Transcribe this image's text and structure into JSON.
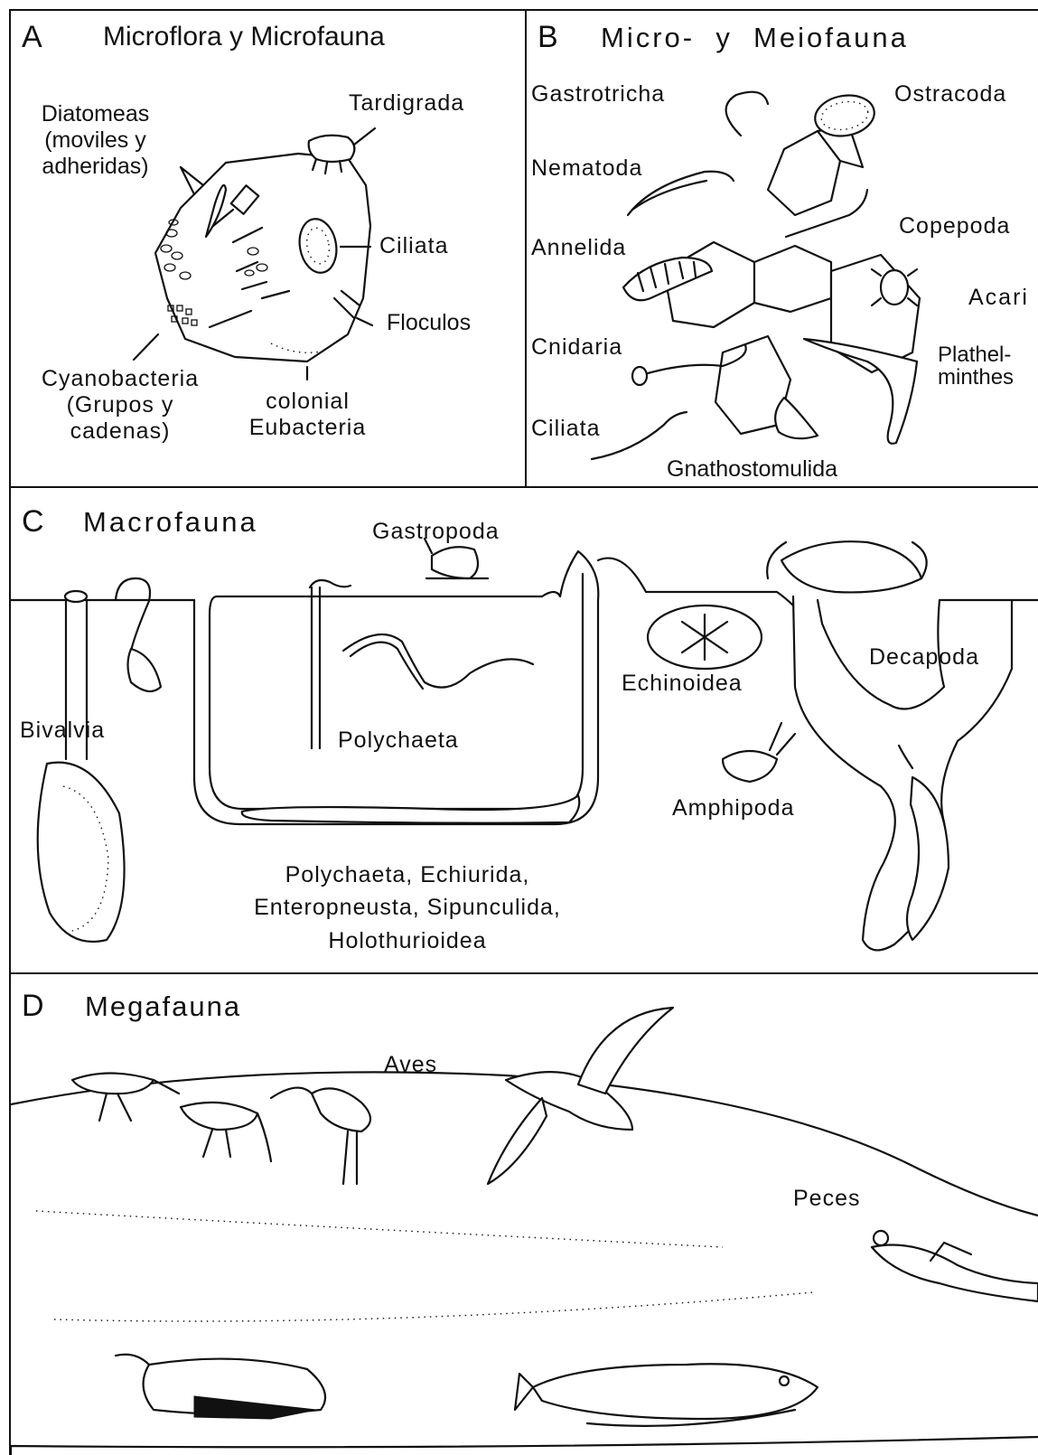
{
  "panels": {
    "a": {
      "letter": "A",
      "title": "Microflora y Microfauna",
      "labels": {
        "diatomeas": "Diatomeas\n(moviles y\nadheridas)",
        "tardigrada": "Tardigrada",
        "ciliata": "Ciliata",
        "floculos": "Floculos",
        "cyanobacteria": "Cyanobacteria\n(Grupos y\ncadenas)",
        "eubacteria": "colonial\nEubacteria"
      }
    },
    "b": {
      "letter": "B",
      "title": "Micro-  y  Meiofauna",
      "labels": {
        "gastrotricha": "Gastrotricha",
        "ostracoda": "Ostracoda",
        "nematoda": "Nematoda",
        "copepoda": "Copepoda",
        "annelida": "Annelida",
        "acari": "Acari",
        "cnidaria": "Cnidaria",
        "plathelminthes": "Plathel-\nminthes",
        "ciliata": "Ciliata",
        "gnathostomulida": "Gnathostomulida"
      }
    },
    "c": {
      "letter": "C",
      "title": "Macrofauna",
      "labels": {
        "gastropoda": "Gastropoda",
        "bivalvia": "Bivalvia",
        "polychaeta": "Polychaeta",
        "echinoidea": "Echinoidea",
        "decapoda": "Decapoda",
        "amphipoda": "Amphipoda",
        "burrowers": "Polychaeta, Echiurida,\nEnteropneusta, Sipunculida,\nHolothurioidea"
      }
    },
    "d": {
      "letter": "D",
      "title": "Megafauna",
      "labels": {
        "aves": "Aves",
        "peces": "Peces"
      }
    }
  }
}
